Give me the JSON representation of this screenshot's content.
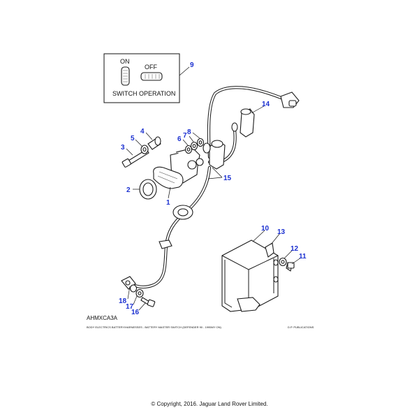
{
  "inset": {
    "on_label": "ON",
    "off_label": "OFF",
    "caption": "SWITCH OPERATION"
  },
  "callouts": {
    "c1": "1",
    "c2": "2",
    "c3": "3",
    "c4": "4",
    "c5": "5",
    "c6": "6",
    "c7": "7",
    "c8": "8",
    "c9": "9",
    "c10": "10",
    "c11": "11",
    "c12": "12",
    "c13": "13",
    "c14": "14",
    "c15": "15",
    "c16": "16",
    "c17": "17",
    "c18": "18"
  },
  "footer": {
    "ref_code": "AHMXCA3A",
    "description": "BODY ELECTRICS BATTERY/HARNESSES - BATTERY MASTER SWITCH (DEFENDER 90 - 1995MY ON)",
    "publisher": "D.P. PUBLICATIONS",
    "copyright": "© Copyright, 2016. Jaguar Land Rover Limited."
  },
  "colors": {
    "callout_blue": "#1a2fd0",
    "line_black": "#1a1a1a"
  }
}
